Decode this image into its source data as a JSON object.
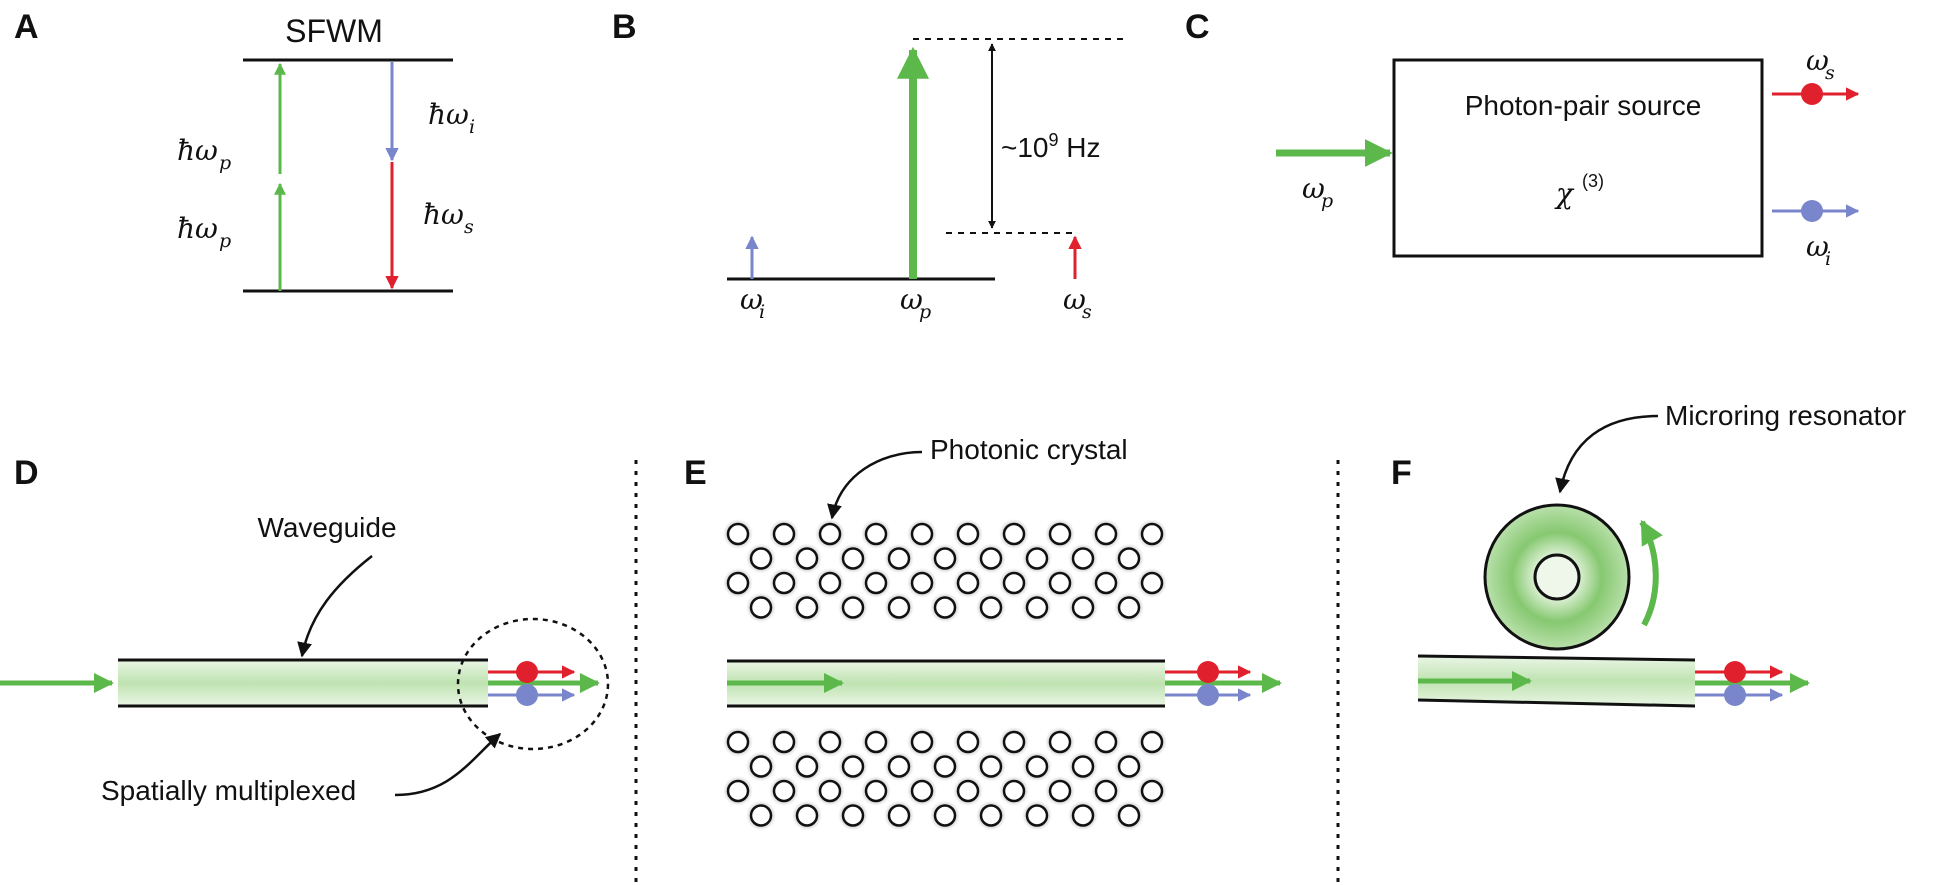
{
  "panels": {
    "a": {
      "label": "A",
      "title": "SFWM"
    },
    "b": {
      "label": "B",
      "gap_prefix": "~10",
      "gap_exp": "9",
      "gap_unit": " Hz"
    },
    "c": {
      "label": "C",
      "box_title": "Photon-pair source",
      "chi_sup": "(3)"
    },
    "d": {
      "label": "D",
      "waveguide": "Waveguide",
      "multiplexed": "Spatially multiplexed"
    },
    "e": {
      "label": "E",
      "crystal": "Photonic crystal"
    },
    "f": {
      "label": "F",
      "ring": "Microring resonator"
    }
  },
  "symbols": {
    "hbar": "ħ",
    "omega": "ω",
    "chi": "χ",
    "p": "p",
    "i": "i",
    "s": "s"
  },
  "colors": {
    "pump": "#5cb84a",
    "signal": "#e0202c",
    "idler": "#7a86cc",
    "line": "#111111",
    "glow": "#cfe9c4"
  }
}
